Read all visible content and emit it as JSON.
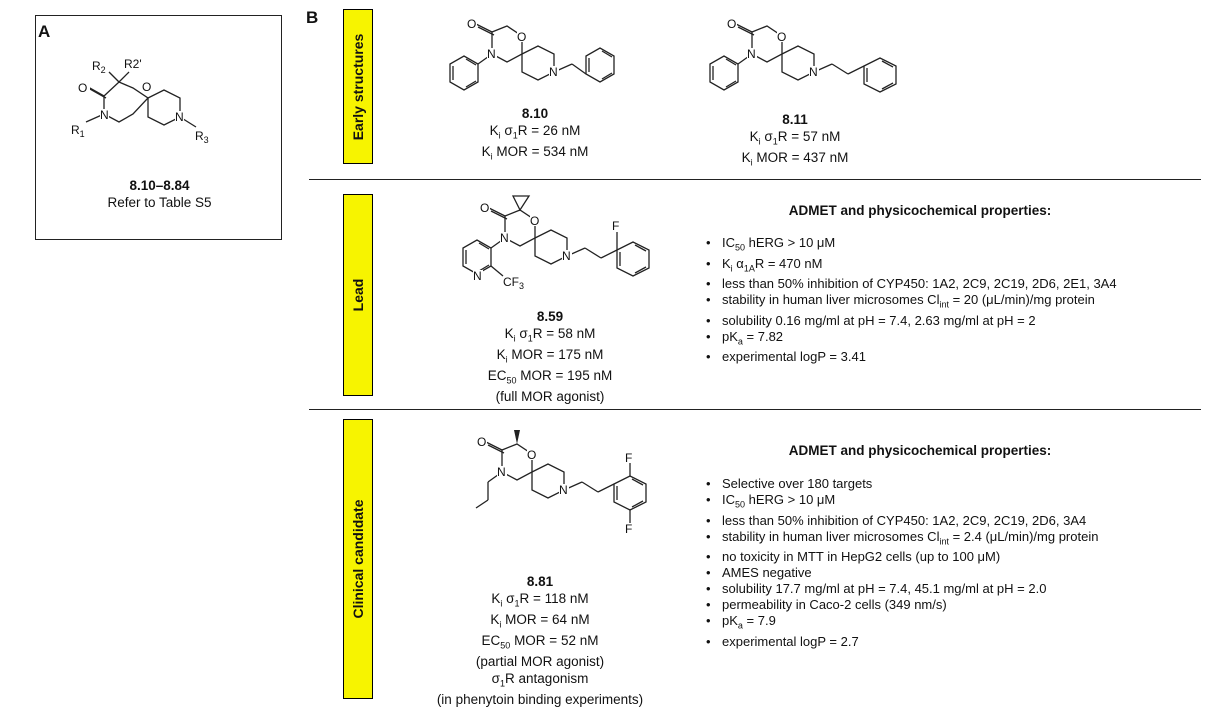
{
  "panel_a": {
    "letter": "A",
    "compound_range": "8.10–8.84",
    "note": "Refer to Table S5",
    "atoms": {
      "o_carbonyl": "O",
      "n": "N",
      "o_ring": "O",
      "n_pip": "N",
      "r1": "R",
      "r1_sub": "1",
      "r2": "R",
      "r2_sub": "2",
      "r2p": "R2'",
      "r3": "R",
      "r3_sub": "3"
    }
  },
  "panel_b": {
    "letter": "B",
    "rows": [
      {
        "label": "Early structures"
      },
      {
        "label": "Lead"
      },
      {
        "label": "Clinical candidate"
      }
    ]
  },
  "compounds": {
    "c810": {
      "id": "8.10",
      "l1_pre": "K",
      "l1_sub": "i",
      "l1_mid": " σ",
      "l1_sub2": "1",
      "l1_post": "R = 26 nM",
      "l2_pre": "K",
      "l2_sub": "i",
      "l2_post": " MOR = 534 nM"
    },
    "c811": {
      "id": "8.11",
      "l1_pre": "K",
      "l1_sub": "i",
      "l1_mid": " σ",
      "l1_sub2": "1",
      "l1_post": "R = 57 nM",
      "l2_pre": "K",
      "l2_sub": "i",
      "l2_post": " MOR = 437 nM"
    },
    "c859": {
      "id": "8.59",
      "l1_pre": "K",
      "l1_sub": "i",
      "l1_mid": " σ",
      "l1_sub2": "1",
      "l1_post": "R = 58 nM",
      "l2_pre": "K",
      "l2_sub": "i",
      "l2_post": " MOR = 175 nM",
      "l3_pre": "EC",
      "l3_sub": "50",
      "l3_post": " MOR = 195 nM",
      "l4": "(full MOR agonist)"
    },
    "c881": {
      "id": "8.81",
      "l1_pre": "K",
      "l1_sub": "i",
      "l1_mid": " σ",
      "l1_sub2": "1",
      "l1_post": "R = 118 nM",
      "l2_pre": "K",
      "l2_sub": "i",
      "l2_post": " MOR = 64 nM",
      "l3_pre": "EC",
      "l3_sub": "50",
      "l3_post": " MOR = 52 nM",
      "l4": "(partial MOR agonist)",
      "l5_pre": "σ",
      "l5_sub": "1",
      "l5_post": "R antagonism",
      "l6": "(in phenytoin binding experiments)"
    }
  },
  "struct_atoms": {
    "O": "O",
    "N": "N",
    "F": "F",
    "CF3": "CF",
    "CF3_sub": "3"
  },
  "lead_admet": {
    "title": "ADMET and physicochemical properties:",
    "items": [
      {
        "a": "IC",
        "s": "50",
        "b": " hERG > 10 μM"
      },
      {
        "a": "K",
        "s": "i",
        "b": " α",
        "s2": "1A",
        "c": "R = 470 nM"
      },
      {
        "a": "less than 50% inhibition of CYP450: 1A2, 2C9, 2C19, 2D6, 2E1, 3A4"
      },
      {
        "a": "stability in human liver microsomes Cl",
        "s": "int",
        "b": " = 20 (μL/min)/mg protein"
      },
      {
        "a": "solubility 0.16 mg/ml at pH = 7.4, 2.63 mg/ml at pH = 2"
      },
      {
        "a": "pK",
        "s": "a",
        "b": " = 7.82"
      },
      {
        "a": "experimental logP = 3.41"
      }
    ]
  },
  "clinical_admet": {
    "title": "ADMET and physicochemical properties:",
    "items": [
      {
        "a": "Selective over 180 targets"
      },
      {
        "a": "IC",
        "s": "50",
        "b": " hERG > 10 μM"
      },
      {
        "a": "less than 50% inhibition of CYP450: 1A2, 2C9, 2C19, 2D6, 3A4"
      },
      {
        "a": "stability in human liver microsomes Cl",
        "s": "int",
        "b": " = 2.4 (μL/min)/mg protein"
      },
      {
        "a": "no toxicity in MTT in HepG2 cells (up to 100 μM)"
      },
      {
        "a": "AMES negative"
      },
      {
        "a": "solubility 17.7 mg/ml at pH = 7.4, 45.1 mg/ml at pH = 2.0"
      },
      {
        "a": "permeability in Caco-2 cells (349 nm/s)"
      },
      {
        "a": "pK",
        "s": "a",
        "b": " = 7.9"
      },
      {
        "a": "experimental logP = 2.7"
      }
    ]
  },
  "colors": {
    "label_fill": "#f7f400",
    "line": "#222222",
    "text": "#111111"
  }
}
